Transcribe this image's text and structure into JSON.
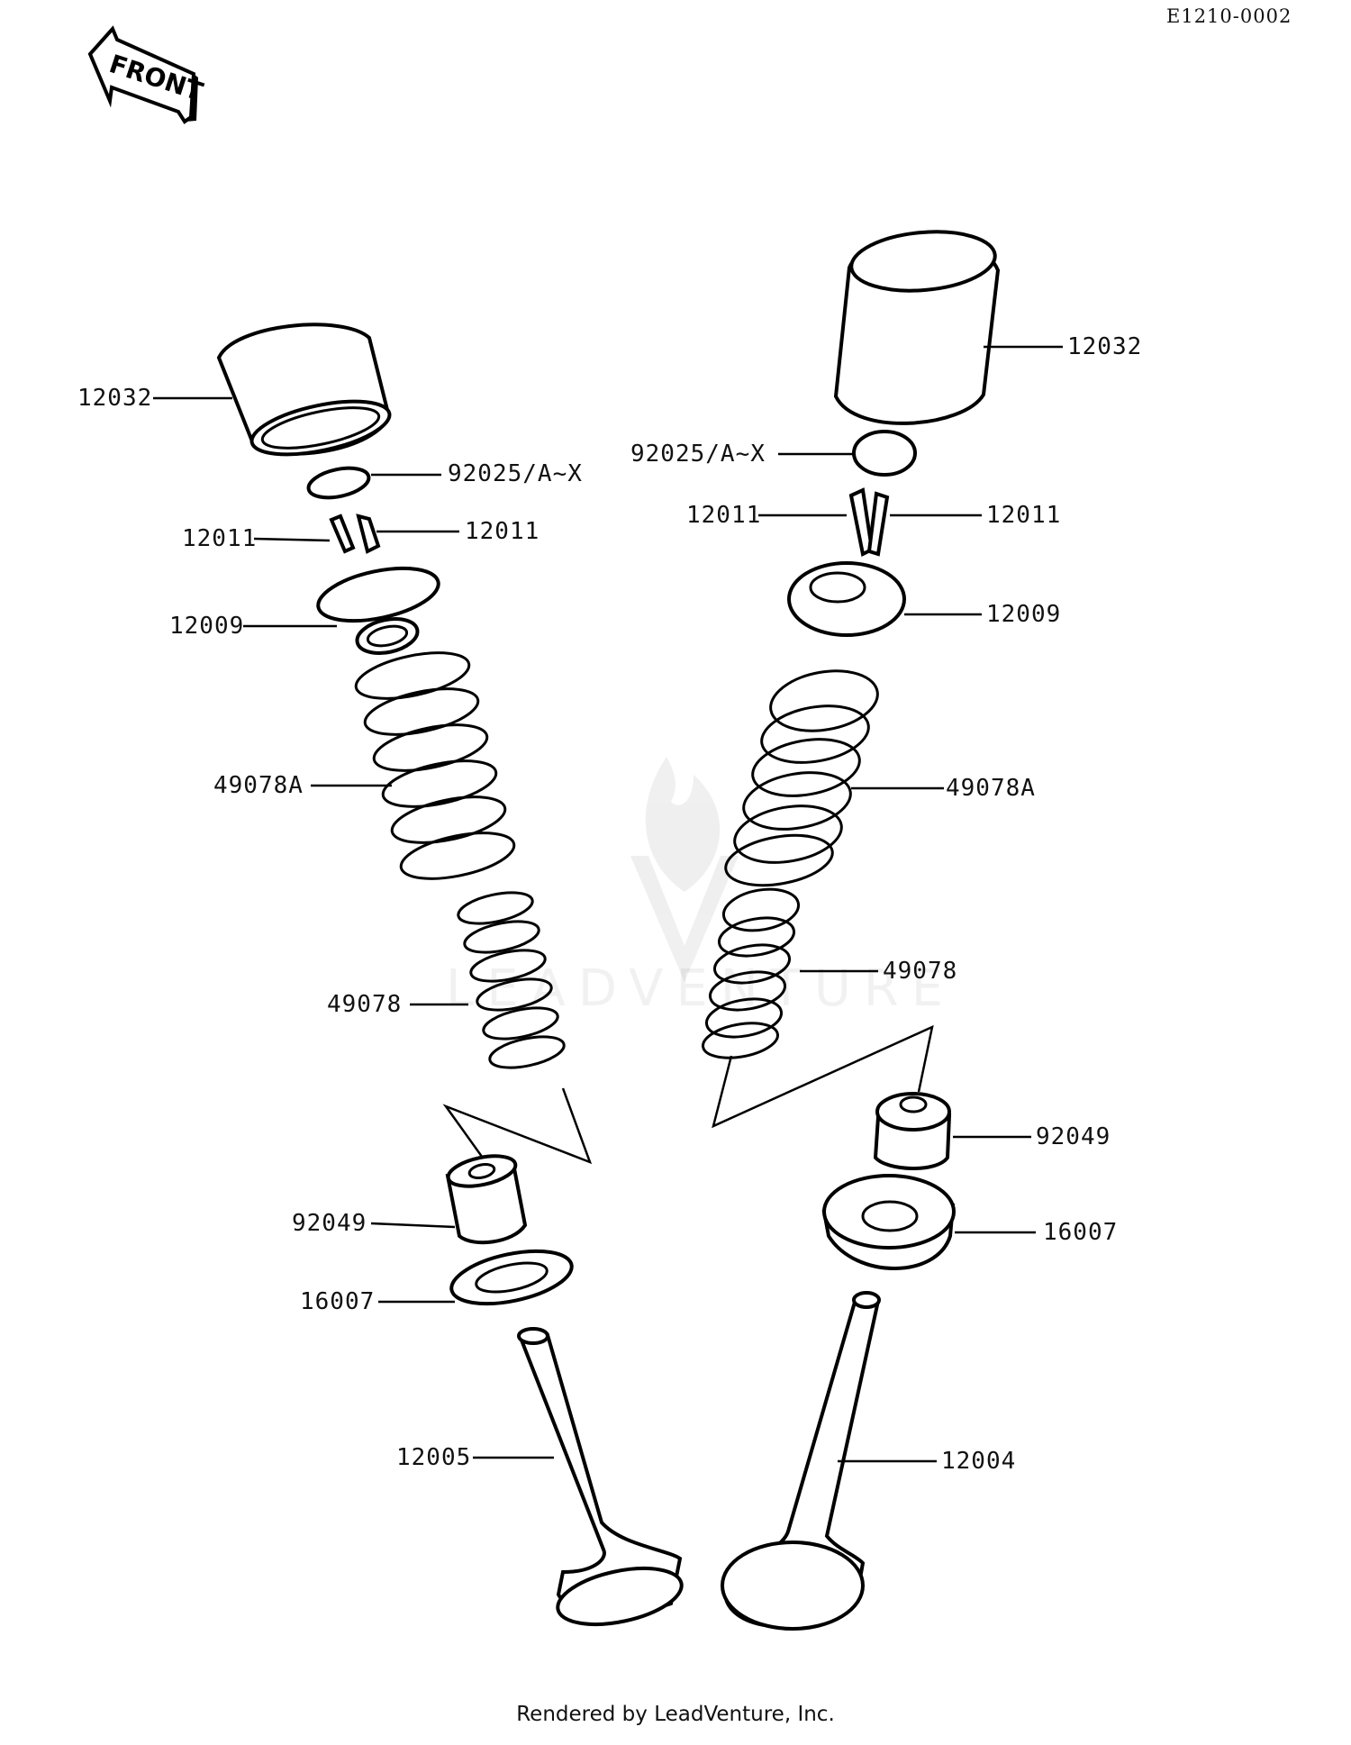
{
  "drawing_number": "E1210-0002",
  "front_marker": "FRONT",
  "footer": "Rendered by LeadVenture, Inc.",
  "watermark": "LEADVENTURE",
  "callouts": {
    "left": {
      "tappet": "12032",
      "shim": "92025/A~X",
      "cotter_a": "12011",
      "cotter_b": "12011",
      "retainer": "12009",
      "outer_spring": "49078A",
      "inner_spring": "49078",
      "stem_seal": "92049",
      "spring_seat": "16007",
      "valve": "12005"
    },
    "right": {
      "tappet": "12032",
      "shim": "92025/A~X",
      "cotter_a": "12011",
      "cotter_b": "12011",
      "retainer": "12009",
      "outer_spring": "49078A",
      "inner_spring": "49078",
      "stem_seal": "92049",
      "spring_seat": "16007",
      "valve": "12004"
    }
  }
}
